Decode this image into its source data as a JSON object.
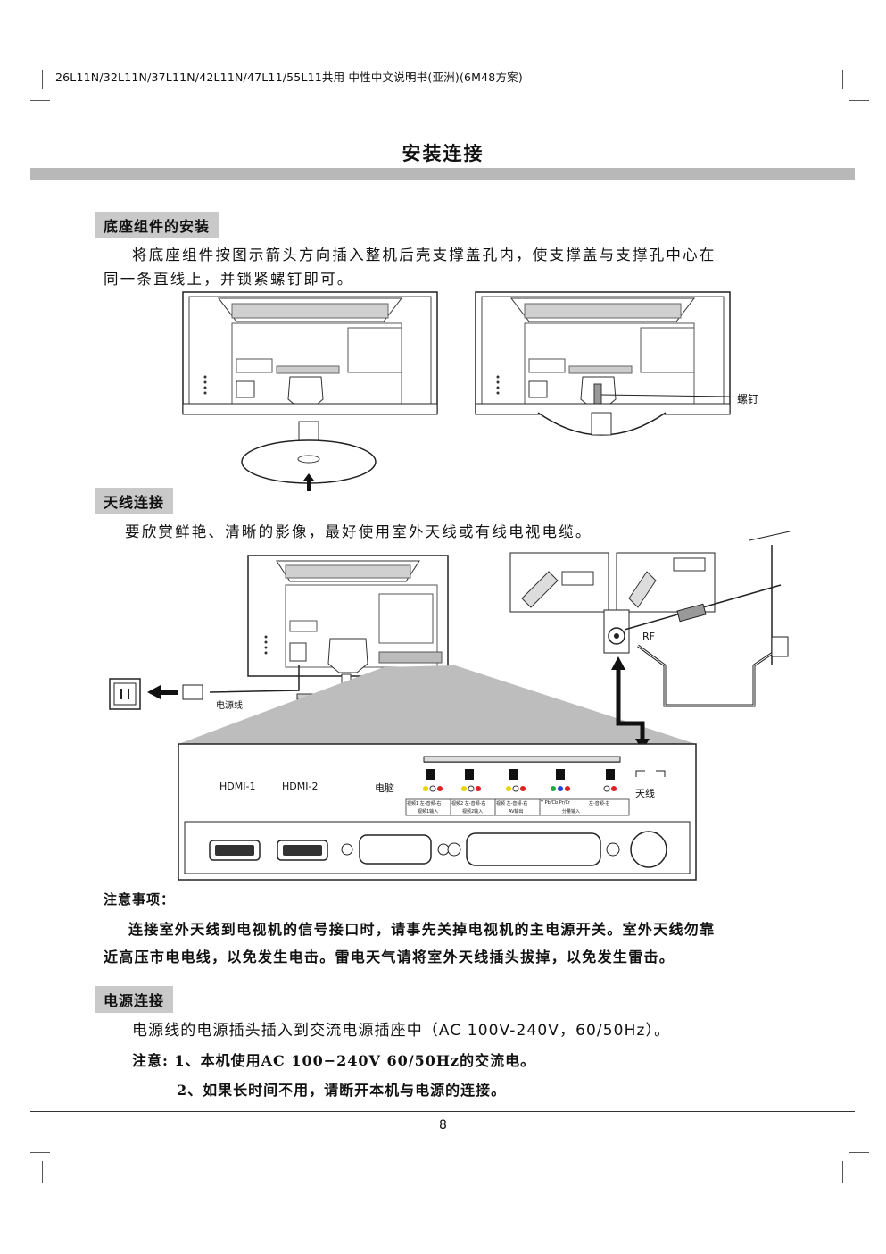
{
  "header": {
    "doc_info": "26L11N/32L11N/37L11N/42L11N/47L11/55L11共用 中性中文说明书(亚洲)(6M48方案)"
  },
  "page_title": "安装连接",
  "sections": {
    "stand": {
      "label": "底座组件的安装",
      "para_line1": "将底座组件按图示箭头方向插入整机后壳支撑盖孔内，使支撑盖与支撑孔中心在",
      "para_line2": "同一条直线上，并锁紧螺钉即可。",
      "screw_label": "螺钉"
    },
    "antenna": {
      "label": "天线连接",
      "para": "要欣赏鲜艳、清晰的影像，最好使用室外天线或有线电视电缆。",
      "power_cord_label": "电源线",
      "rf_label": "RF",
      "panel": {
        "hdmi1": "HDMI-1",
        "hdmi2": "HDMI-2",
        "pc": "电脑",
        "antenna": "天线",
        "jack_labels": [
          "视频1 左-音频-右",
          "视频2 左-音频-右",
          "视频 左-音频-右",
          "Y Pb/Cb Pr/Cr",
          "左-音频-右"
        ],
        "group_labels": [
          "视频1输入",
          "视频2输入",
          "AV输出",
          "分量输入"
        ]
      }
    },
    "notice": {
      "title": "注意事项：",
      "line1": "连接室外天线到电视机的信号接口时，请事先关掉电视机的主电源开关。室外天线勿靠",
      "line2": "近高压市电电线，以免发生电击。雷电天气请将室外天线插头拔掉，以免发生雷击。"
    },
    "power": {
      "label": "电源连接",
      "para": "电源线的电源插头插入到交流电源插座中（AC 100V-240V，60/50Hz）。",
      "note1": "注意: 1、本机使用AC 100−240V 60/50Hz的交流电。",
      "note2": "2、如果长时间不用，请断开本机与电源的连接。"
    }
  },
  "page_number": "8"
}
